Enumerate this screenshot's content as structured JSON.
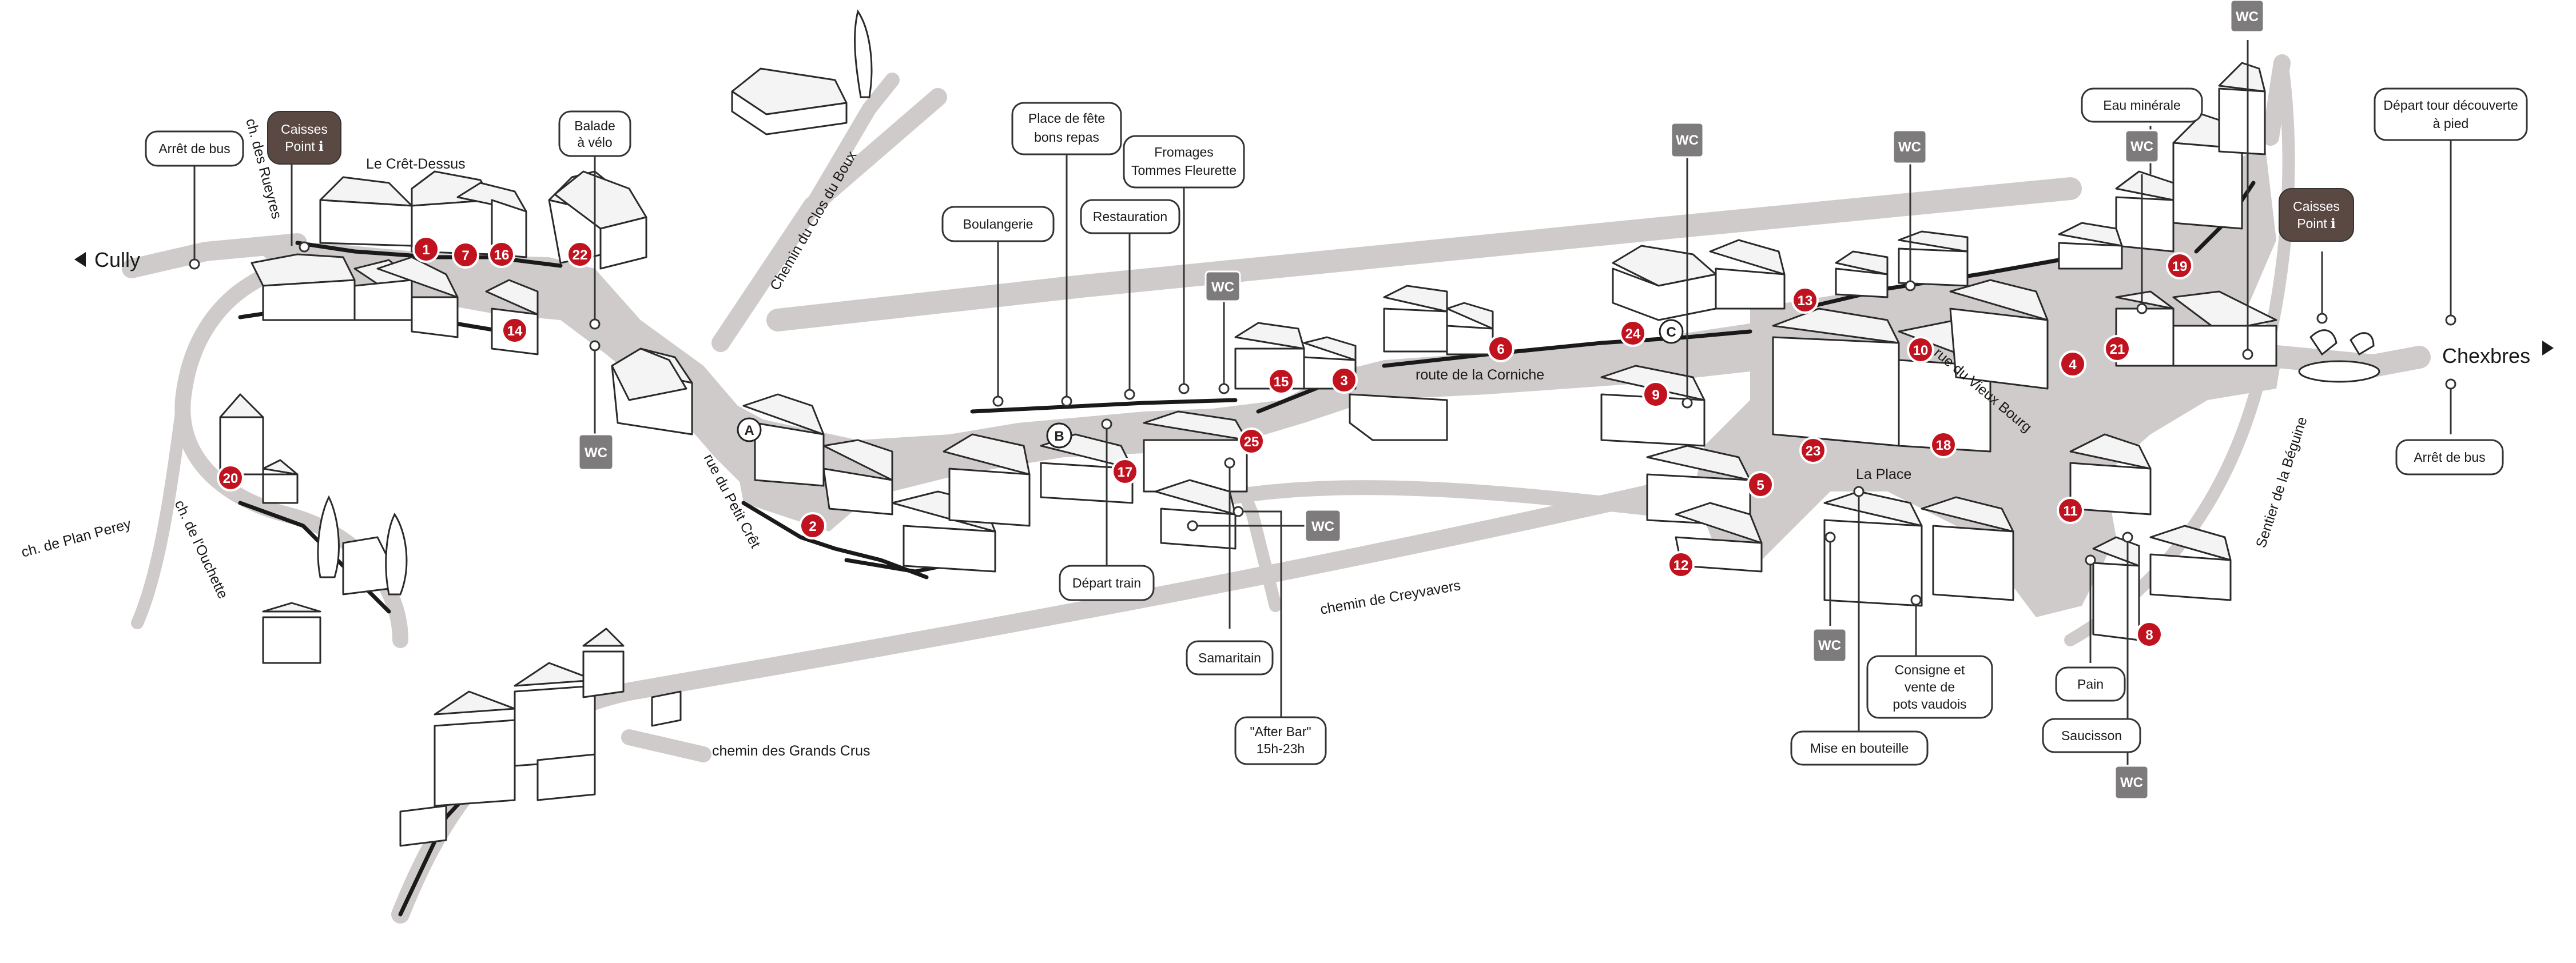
{
  "destinations": {
    "left": "Cully",
    "right": "Chexbres"
  },
  "streets": {
    "cret_dessus": "Le Crêt-Dessus",
    "rueyres": "ch. des Rueyres",
    "clos_du_boux": "Chemin du Clos du Boux",
    "plan_perey": "ch. de Plan Perey",
    "ouchette": "ch. de l'Ouchette",
    "petit_cret": "rue du Petit Crêt",
    "corniche": "route de la Corniche",
    "creyvavers": "chemin de Creyvavers",
    "grands_crus": "chemin des Grands Crus",
    "vieux_bourg": "rue du Vieux Bourg",
    "beguine": "Sentier de la Béguine",
    "la_place": "La Place"
  },
  "labels": {
    "arret_bus_left": "Arrêt de bus",
    "caisses_left_1": "Caisses",
    "caisses_left_2": "Point ℹ",
    "balade_1": "Balade",
    "balade_2": "à vélo",
    "boulangerie": "Boulangerie",
    "place_fete_1": "Place de fête",
    "place_fete_2": "bons repas",
    "restauration": "Restauration",
    "fromages_1": "Fromages",
    "fromages_2": "Tommes Fleurette",
    "depart_train": "Départ train",
    "samaritain": "Samaritain",
    "after_bar_1": "\"After Bar\"",
    "after_bar_2": "15h-23h",
    "eau_minerale": "Eau minérale",
    "depart_tour_1": "Départ tour découverte",
    "depart_tour_2": "à pied",
    "caisses_right_1": "Caisses",
    "caisses_right_2": "Point ℹ",
    "arret_bus_right": "Arrêt de bus",
    "consigne_1": "Consigne et",
    "consigne_2": "vente de",
    "consigne_3": "pots vaudois",
    "mise_bouteille": "Mise en bouteille",
    "pain": "Pain",
    "saucisson": "Saucisson",
    "wc": "WC"
  },
  "points": [
    {
      "label": "1"
    },
    {
      "label": "2"
    },
    {
      "label": "3"
    },
    {
      "label": "4"
    },
    {
      "label": "5"
    },
    {
      "label": "6"
    },
    {
      "label": "7"
    },
    {
      "label": "8"
    },
    {
      "label": "9"
    },
    {
      "label": "10"
    },
    {
      "label": "11"
    },
    {
      "label": "12"
    },
    {
      "label": "13"
    },
    {
      "label": "14"
    },
    {
      "label": "15"
    },
    {
      "label": "16"
    },
    {
      "label": "17"
    },
    {
      "label": "18"
    },
    {
      "label": "19"
    },
    {
      "label": "20"
    },
    {
      "label": "21"
    },
    {
      "label": "22"
    },
    {
      "label": "23"
    },
    {
      "label": "24"
    },
    {
      "label": "25"
    }
  ],
  "letters": [
    "A",
    "B",
    "C"
  ],
  "colors": {
    "marker_red": "#c1121f",
    "road_grey": "#cfcbcb",
    "wc_grey": "#7d7b7b",
    "caisses_brown": "#5a4843"
  }
}
